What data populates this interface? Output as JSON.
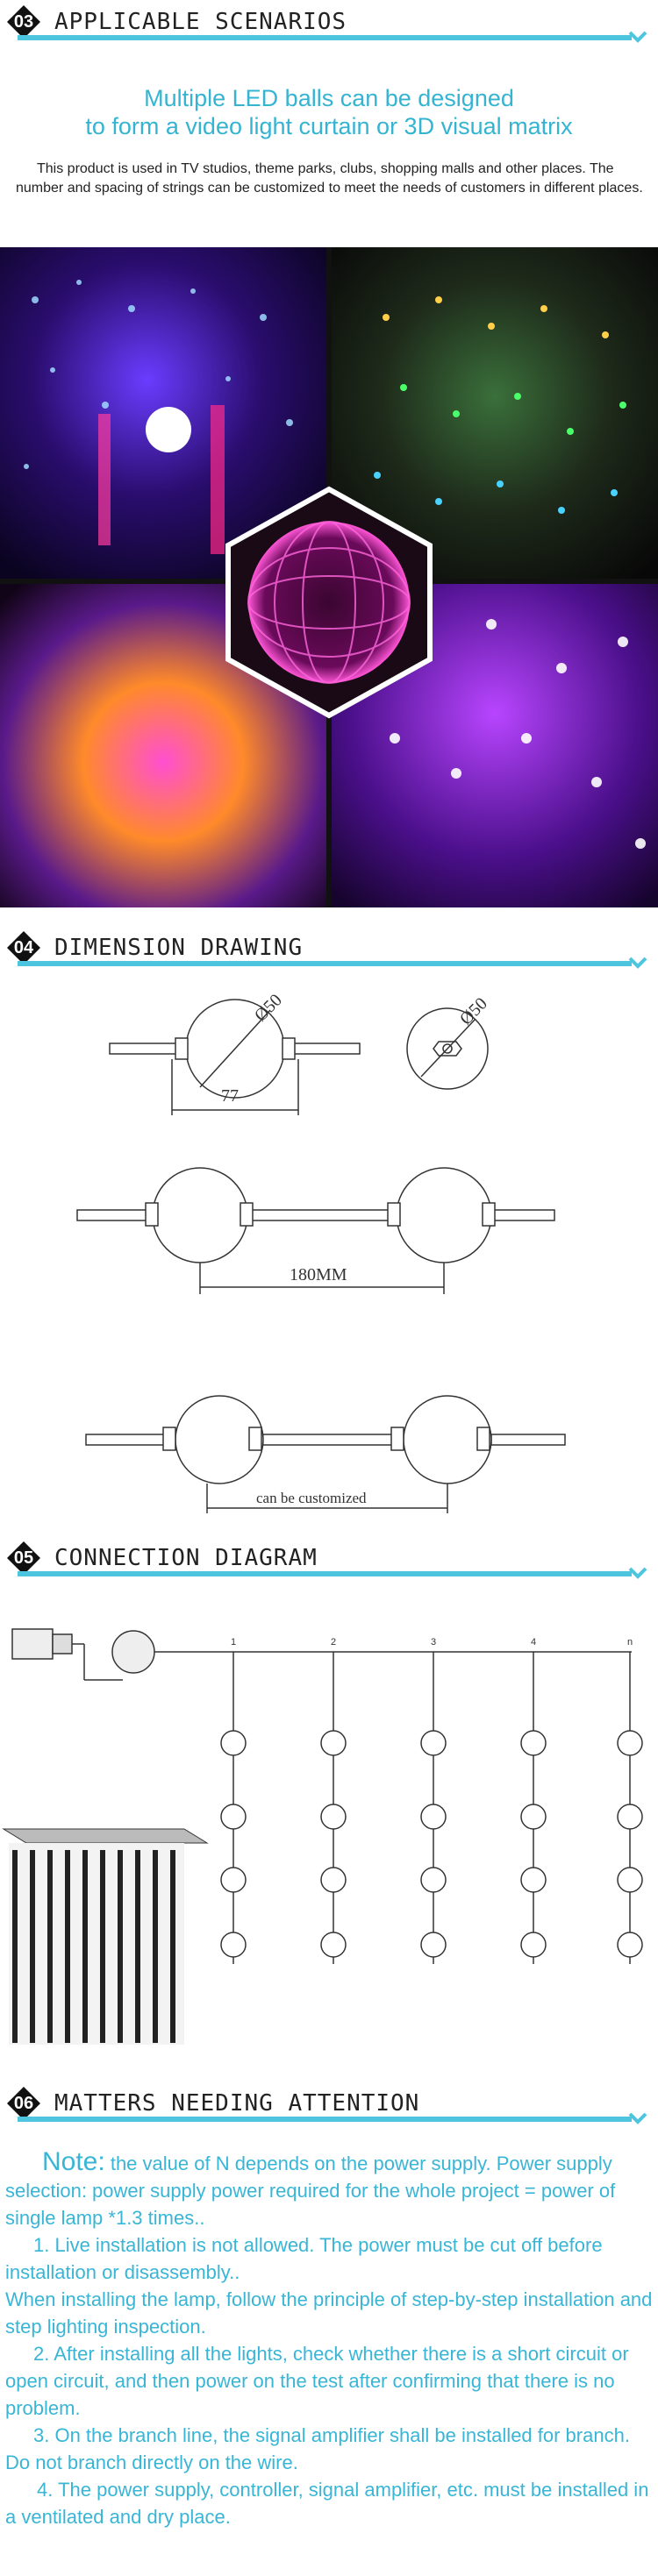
{
  "sections": {
    "s03": {
      "number": "03",
      "title": "APPLICABLE SCENARIOS"
    },
    "s04": {
      "number": "04",
      "title": "DIMENSION DRAWING"
    },
    "s05": {
      "number": "05",
      "title": "CONNECTION DIAGRAM"
    },
    "s06": {
      "number": "06",
      "title": "MATTERS NEEDING ATTENTION"
    }
  },
  "scenarios": {
    "subtitle_line1": "Multiple LED balls can be designed",
    "subtitle_line2": "to form a video light curtain or 3D visual matrix",
    "intro": "This product is used in TV studios, theme parks, clubs, shopping malls and other places. The number and spacing of strings can be customized to meet the needs of customers in different places."
  },
  "dimensions": {
    "ball_diameter": "Ø50",
    "ball_diameter_2": "Ø50",
    "width": "77",
    "spacing": "180MM",
    "custom_label": "can be customized"
  },
  "connection": {
    "string_labels": [
      "1",
      "2",
      "3",
      "4",
      "n"
    ]
  },
  "attention": {
    "note_label": "Note:",
    "note_text": " the value of N depends on the power supply. Power supply selection: power supply power required for the whole project = power of single lamp *1.3 times..",
    "item1": "1. Live installation is not allowed. The power must be cut off before installation or disassembly..",
    "item1b": "When installing the lamp, follow the principle of step-by-step installation and step lighting inspection.",
    "item2": "2. After installing all the lights, check whether there is a short circuit or open circuit, and then power on the test after confirming that there is no problem.",
    "item3": "3. On the branch line, the signal amplifier shall be installed for branch. Do not branch directly on the wire.",
    "item4": "4. The power supply, controller, signal amplifier, etc. must be installed in a ventilated and dry place."
  },
  "colors": {
    "accent": "#4ec5de",
    "text_blue": "#39b5d6",
    "header_diamond": "#111111"
  }
}
